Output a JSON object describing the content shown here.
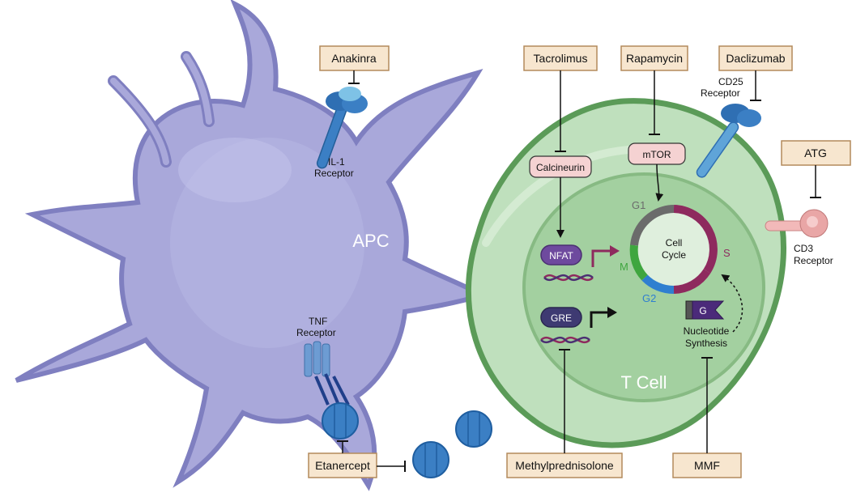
{
  "cells": {
    "apc": "APC",
    "tcell": "T Cell"
  },
  "drugs": {
    "anakinra": "Anakinra",
    "tacrolimus": "Tacrolimus",
    "rapamycin": "Rapamycin",
    "daclizumab": "Daclizumab",
    "atg": "ATG",
    "etanercept": "Etanercept",
    "methylprednisolone": "Methylprednisolone",
    "mmf": "MMF"
  },
  "receptors": {
    "il1_line1": "IL-1",
    "il1_line2": "Receptor",
    "cd25_line1": "CD25",
    "cd25_line2": "Receptor",
    "cd3_line1": "CD3",
    "cd3_line2": "Receptor",
    "tnf_line1": "TNF",
    "tnf_line2": "Receptor"
  },
  "molecules": {
    "calcineurin": "Calcineurin",
    "mtor": "mTOR",
    "nfat": "NFAT",
    "gre": "GRE",
    "g_badge": "G",
    "nucleotide_line1": "Nucleotide",
    "nucleotide_line2": "Synthesis"
  },
  "cell_cycle": {
    "label_line1": "Cell",
    "label_line2": "Cycle",
    "phases": [
      "G1",
      "S",
      "G2",
      "M"
    ],
    "phase_colors": {
      "G1": "#6b6b6b",
      "S": "#8e2a5e",
      "G2": "#2f7fd0",
      "M": "#3fa63f"
    }
  },
  "colors": {
    "apc_fill": "#a9a8da",
    "tcell_fill": "#bfe0bd",
    "drug_box": "#f7e6cf",
    "drug_border": "#b38a5c",
    "molecule_box": "#f5d2d2",
    "receptor_blue": "#3b7fc4",
    "tf_purple": "#6e4a9e"
  }
}
